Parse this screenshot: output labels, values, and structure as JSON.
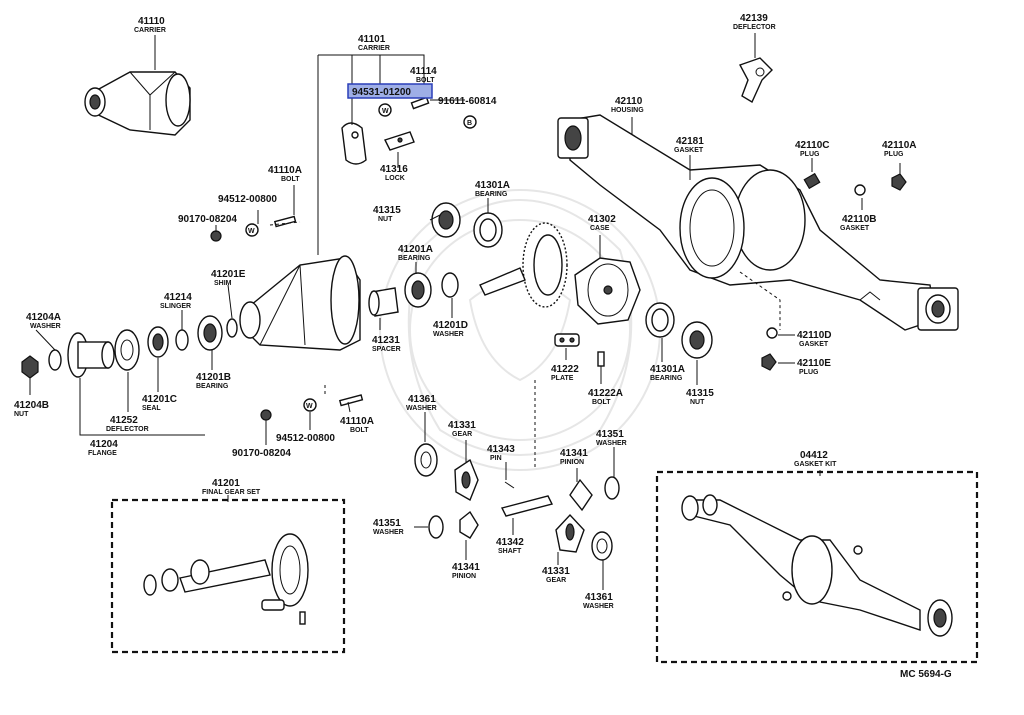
{
  "diagram_id": "MC 5694-G",
  "highlight_color": "#9eaee6",
  "labels": {
    "p41110": {
      "num": "41110",
      "name": "CARRIER"
    },
    "p41101": {
      "num": "41101",
      "name": "CARRIER"
    },
    "p41114": {
      "num": "41114",
      "name": "BOLT"
    },
    "p94531": {
      "num": "94531-01200",
      "name": ""
    },
    "p91611": {
      "num": "91611-60814",
      "name": ""
    },
    "p41316": {
      "num": "41316",
      "name": "LOCK"
    },
    "p42139": {
      "num": "42139",
      "name": "DEFLECTOR"
    },
    "p42110": {
      "num": "42110",
      "name": "HOUSING"
    },
    "p42181": {
      "num": "42181",
      "name": "GASKET"
    },
    "p42110C": {
      "num": "42110C",
      "name": "PLUG"
    },
    "p42110A": {
      "num": "42110A",
      "name": "PLUG"
    },
    "p42110B": {
      "num": "42110B",
      "name": "GASKET"
    },
    "p41110A_t": {
      "num": "41110A",
      "name": "BOLT"
    },
    "p94512_t": {
      "num": "94512-00800",
      "name": ""
    },
    "p90170_t": {
      "num": "90170-08204",
      "name": ""
    },
    "p41315_l": {
      "num": "41315",
      "name": "NUT"
    },
    "p41301A_t": {
      "num": "41301A",
      "name": "BEARING"
    },
    "p41302": {
      "num": "41302",
      "name": "CASE"
    },
    "p41201A": {
      "num": "41201A",
      "name": "BEARING"
    },
    "p41201E": {
      "num": "41201E",
      "name": "SHIM"
    },
    "p41214": {
      "num": "41214",
      "name": "SLINGER"
    },
    "p41204A": {
      "num": "41204A",
      "name": "WASHER"
    },
    "p41231": {
      "num": "41231",
      "name": "SPACER"
    },
    "p41201D": {
      "num": "41201D",
      "name": "WASHER"
    },
    "p42110D": {
      "num": "42110D",
      "name": "GASKET"
    },
    "p42110E": {
      "num": "42110E",
      "name": "PLUG"
    },
    "p41222": {
      "num": "41222",
      "name": "PLATE"
    },
    "p41222A": {
      "num": "41222A",
      "name": "BOLT"
    },
    "p41301A_b": {
      "num": "41301A",
      "name": "BEARING"
    },
    "p41315_r": {
      "num": "41315",
      "name": "NUT"
    },
    "p41204B": {
      "num": "41204B",
      "name": "NUT"
    },
    "p41201B": {
      "num": "41201B",
      "name": "BEARING"
    },
    "p41201C": {
      "num": "41201C",
      "name": "SEAL"
    },
    "p41252": {
      "num": "41252",
      "name": "DEFLECTOR"
    },
    "p41204": {
      "num": "41204",
      "name": "FLANGE"
    },
    "p41110A_b": {
      "num": "41110A",
      "name": "BOLT"
    },
    "p94512_b": {
      "num": "94512-00800",
      "name": ""
    },
    "p90170_b": {
      "num": "90170-08204",
      "name": ""
    },
    "p41361_t": {
      "num": "41361",
      "name": "WASHER"
    },
    "p41331_t": {
      "num": "41331",
      "name": "GEAR"
    },
    "p41343": {
      "num": "41343",
      "name": "PIN"
    },
    "p41351_t": {
      "num": "41351",
      "name": "WASHER"
    },
    "p41341_t": {
      "num": "41341",
      "name": "PINION"
    },
    "p41351_b": {
      "num": "41351",
      "name": "WASHER"
    },
    "p41342": {
      "num": "41342",
      "name": "SHAFT"
    },
    "p41341_b": {
      "num": "41341",
      "name": "PINION"
    },
    "p41331_b": {
      "num": "41331",
      "name": "GEAR"
    },
    "p41361_b": {
      "num": "41361",
      "name": "WASHER"
    },
    "p41201": {
      "num": "41201",
      "name": "FINAL GEAR SET"
    },
    "p04412": {
      "num": "04412",
      "name": "GASKET KIT"
    }
  }
}
